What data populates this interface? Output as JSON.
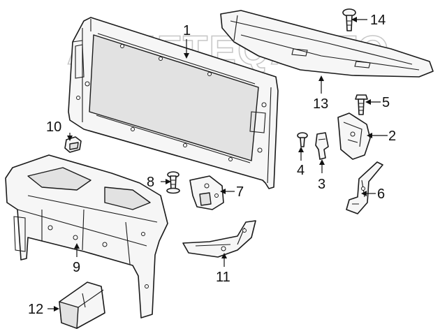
{
  "watermark": {
    "text": "AAEFTEQAUTO"
  },
  "callouts": [
    {
      "id": "1",
      "label": "1"
    },
    {
      "id": "2",
      "label": "2"
    },
    {
      "id": "3",
      "label": "3"
    },
    {
      "id": "4",
      "label": "4"
    },
    {
      "id": "5",
      "label": "5"
    },
    {
      "id": "6",
      "label": "6"
    },
    {
      "id": "7",
      "label": "7"
    },
    {
      "id": "8",
      "label": "8"
    },
    {
      "id": "9",
      "label": "9"
    },
    {
      "id": "10",
      "label": "10"
    },
    {
      "id": "11",
      "label": "11"
    },
    {
      "id": "12",
      "label": "12"
    },
    {
      "id": "13",
      "label": "13"
    },
    {
      "id": "14",
      "label": "14"
    }
  ],
  "colors": {
    "line": "#1a1a1a",
    "fill": "#f6f6f6",
    "shade": "#e2e2e2",
    "watermark": "#c8c8c8"
  }
}
